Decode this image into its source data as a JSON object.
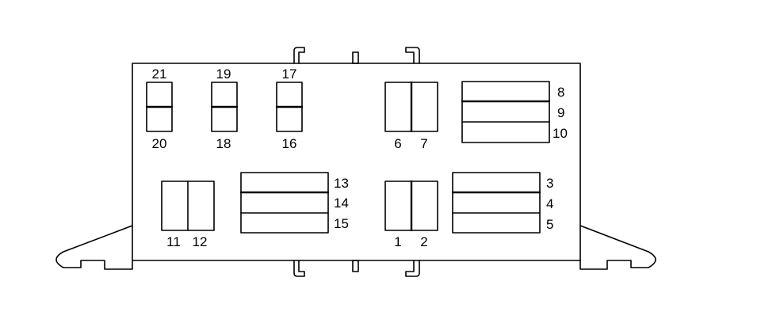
{
  "diagram": {
    "stroke_color": "#000000",
    "background_color": "#ffffff",
    "cavities": [
      {
        "id": "21"
      },
      {
        "id": "20"
      },
      {
        "id": "19"
      },
      {
        "id": "18"
      },
      {
        "id": "17"
      },
      {
        "id": "16"
      },
      {
        "id": "6"
      },
      {
        "id": "7"
      },
      {
        "id": "8"
      },
      {
        "id": "9"
      },
      {
        "id": "10"
      },
      {
        "id": "11"
      },
      {
        "id": "12"
      },
      {
        "id": "13"
      },
      {
        "id": "14"
      },
      {
        "id": "15"
      },
      {
        "id": "1"
      },
      {
        "id": "2"
      },
      {
        "id": "3"
      },
      {
        "id": "4"
      },
      {
        "id": "5"
      }
    ]
  }
}
